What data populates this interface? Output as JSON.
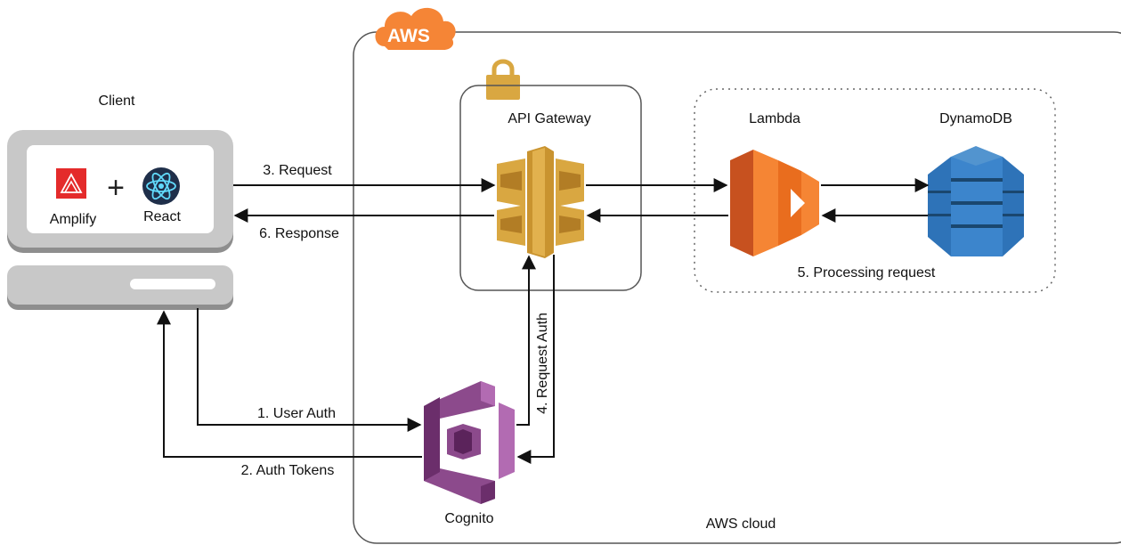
{
  "aws_badge": "AWS",
  "aws_cloud_label": "AWS cloud",
  "client": {
    "title": "Client",
    "amplify_label": "Amplify",
    "react_label": "React",
    "plus": "+"
  },
  "nodes": {
    "api_gateway": "API Gateway",
    "lambda": "Lambda",
    "dynamodb": "DynamoDB",
    "cognito": "Cognito"
  },
  "edges": {
    "step1": "1. User Auth",
    "step2": "2. Auth Tokens",
    "step3": "3. Request",
    "step4": "4. Request Auth",
    "step5": "5. Processing request",
    "step6": "6. Response"
  },
  "colors": {
    "aws_orange": "#F58536",
    "api_gateway_gold": "#D9A741",
    "lambda_orange": "#F58534",
    "dynamodb_blue": "#2E73B8",
    "cognito_purple": "#8C4A8C",
    "amplify_red": "#E42B2B",
    "react_navy": "#1F2F4A",
    "react_cyan": "#61DAFB",
    "monitor_gray": "#C8C8C8"
  }
}
